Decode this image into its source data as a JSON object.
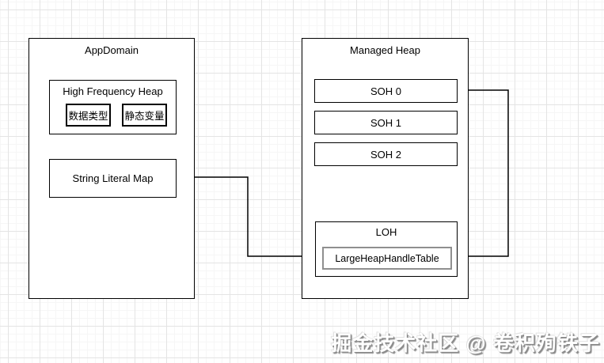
{
  "diagram": {
    "appdomain": {
      "title": "AppDomain",
      "high_frequency_heap": {
        "title": "High Frequency Heap",
        "items": [
          "数据类型",
          "静态变量"
        ]
      },
      "string_literal_map": {
        "label": "String Literal Map"
      }
    },
    "managed_heap": {
      "title": "Managed Heap",
      "soh_segments": [
        "SOH 0",
        "SOH 1",
        "SOH 2"
      ],
      "loh": {
        "title": "LOH",
        "inner_label": "LargeHeapHandleTable"
      }
    },
    "connectors": [
      {
        "from": "String Literal Map",
        "to": "LargeHeapHandleTable"
      },
      {
        "from": "LargeHeapHandleTable",
        "to": "SOH 0"
      }
    ]
  },
  "watermark": "掘金技术社区 @ 卷积殉铁子",
  "colors": {
    "box_border": "#000000",
    "inner_table_border": "#8f8f8f",
    "grid_major": "#e4e4e4",
    "grid_minor": "#f6f6f6",
    "background": "#ffffff",
    "connector": "#000000"
  }
}
